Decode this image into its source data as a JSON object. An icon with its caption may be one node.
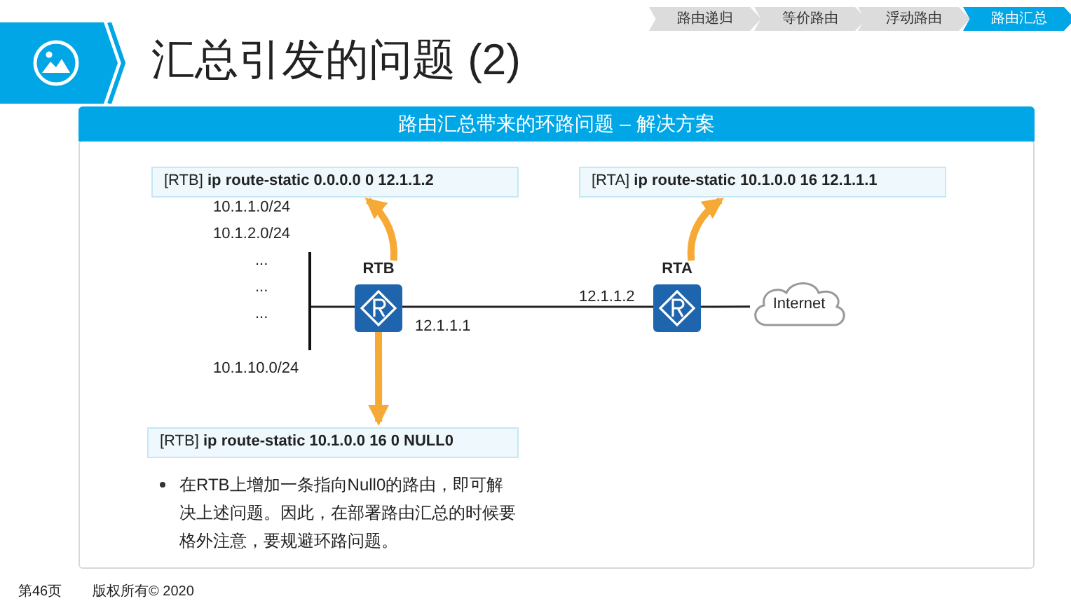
{
  "diagram": {
    "title": "汇总引发的问题 (2)",
    "nodes": [
      {
        "text": [
          "路由递归"
        ]
      },
      {
        "text": [
          "等价路由"
        ]
      },
      {
        "text": [
          "浮动路由"
        ]
      },
      {
        "text": [
          "路由汇总"
        ]
      },
      {
        "text": [
          "路由汇总带来的环路问题 – 解决方案"
        ]
      },
      {
        "text": [
          "[RTB] **ip route-static 0.0.0.0 0 12.1.1.2**"
        ]
      },
      {
        "text": [
          "[RTA] **ip route-static 10.1.0.0 16 12.1.1.1**"
        ]
      },
      {
        "text": [],
        "shape": "bar"
      },
      {
        "text": [
          "RTB"
        ],
        "beside": [
          "12.1.1.1"
        ]
      },
      {
        "text": [
          "RTA"
        ],
        "beside": [
          "12.1.1.2"
        ]
      },
      {
        "text": [
          "Internet"
        ]
      },
      {
        "text": [
          "[RTB] **ip route-static 10.1.0.0 16 0 NULL0**"
        ]
      }
    ],
    "edges": [
      {
        "from": 8,
        "to": 5,
        "arrow": "to",
        "style": "thick",
        "color": "#f7a935"
      },
      {
        "from": 9,
        "to": 6,
        "arrow": "to",
        "style": "thick",
        "color": "#f7a935"
      },
      {
        "from": 7,
        "to": 8,
        "arrow": "none",
        "color": "#222222"
      },
      {
        "from": 8,
        "to": 9,
        "arrow": "none",
        "color": "#222222"
      },
      {
        "from": 9,
        "to": 10,
        "arrow": "none",
        "color": "#222222"
      },
      {
        "from": 8,
        "to": 11,
        "arrow": "to",
        "style": "thick",
        "color": "#f7a935"
      }
    ],
    "labels": [
      "10.1.1.0/24",
      "10.1.2.0/24",
      "...",
      "...",
      "...",
      "10.1.10.0/24",
      "在RTB上增加一条指向Null0的路由，即可解决上述问题。因此，在部署路由汇总的时候要格外注意，要规避环路问题。",
      "第46页",
      "版权所有© 2020"
    ]
  }
}
